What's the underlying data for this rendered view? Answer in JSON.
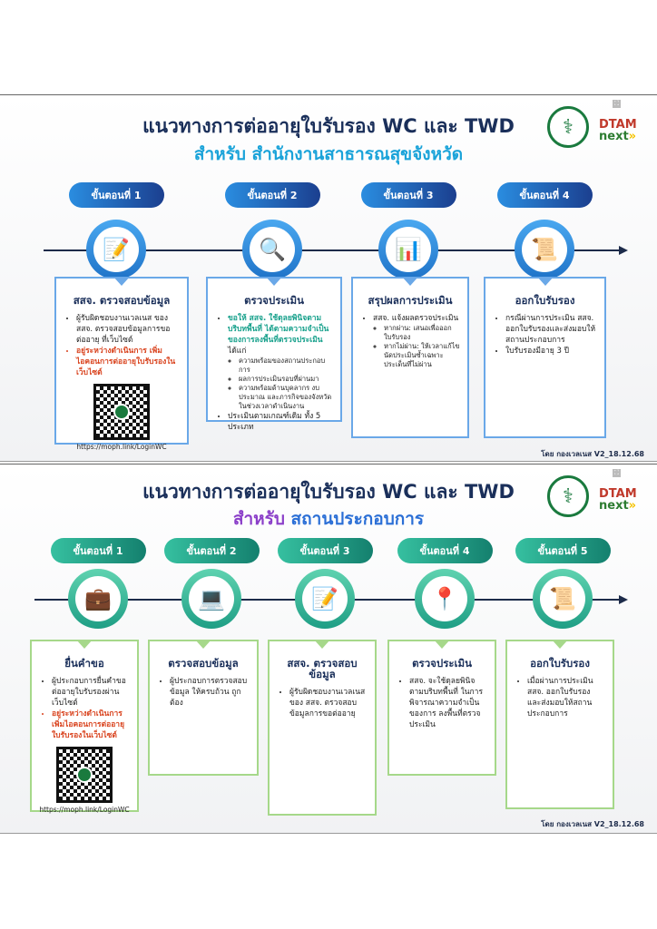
{
  "panel1": {
    "title": "แนวทางการต่ออายุใบรับรอง WC และ TWD",
    "subtitle": "สำหรับ สำนักงานสาธารณสุขจังหวัด",
    "brand": {
      "a": "DTAM",
      "b": "next",
      "c": "»"
    },
    "footer": "โดย กองเวลเนส V2_18.12.68",
    "accent": "#1f73c8",
    "steps": [
      {
        "pill": "ขั้นตอนที่ 1",
        "icon": "document-pen-icon",
        "glyph": "📝",
        "heading": "สสจ. ตรวจสอบข้อมูล",
        "bullets": [
          {
            "t": [
              {
                "s": "ผู้รับผิดชอบงานเวลเนส ของ สสจ. ตรวจสอบข้อมูลการขอต่ออายุ ที่เว็บไซต์"
              }
            ]
          },
          {
            "red": true,
            "t": [
              {
                "s": "อยู่ระหว่างดำเนินการ เพิ่มไอคอนการต่ออายุใบรับรองในเว็บไซต์",
                "c": "red"
              }
            ]
          }
        ],
        "qr": true,
        "url": "https://moph.link/LoginWC"
      },
      {
        "pill": "ขั้นตอนที่ 2",
        "icon": "clipboard-search-icon",
        "glyph": "🔍",
        "heading": "ตรวจประเมิน",
        "bullets": [
          {
            "t": [
              {
                "s": "ขอให้ สสจ. ใช้ดุลยพินิจตามบริบทพื้นที่ ได้ตามความจำเป็นของการลงพื้นที่ตรวจประเมิน",
                "c": "teal"
              },
              {
                "s": "  ได้แก่"
              }
            ],
            "sub": [
              "ความพร้อมของสถานประกอบการ",
              "ผลการประเมินรอบที่ผ่านมา",
              "ความพร้อมด้านบุคลากร งบประมาณ และภารกิจของจังหวัดในช่วงเวลาดำเนินงาน"
            ]
          },
          {
            "t": [
              {
                "s": "ประเมินตามเกณฑ์เดิม ทั้ง 5 ประเภท"
              }
            ]
          }
        ]
      },
      {
        "pill": "ขั้นตอนที่ 3",
        "icon": "report-chart-icon",
        "glyph": "📊",
        "heading": "สรุปผลการประเมิน",
        "bullets": [
          {
            "t": [
              {
                "s": "สสจ. แจ้งผลตรวจประเมิน"
              }
            ],
            "sub": [
              "หากผ่าน: เสนอเพื่อออกใบรับรอง",
              "หากไม่ผ่าน: ให้เวลาแก้ไข นัดประเมินซ้ำเฉพาะประเด็นที่ไม่ผ่าน"
            ]
          }
        ]
      },
      {
        "pill": "ขั้นตอนที่ 4",
        "icon": "certificate-icon",
        "glyph": "📜",
        "heading": "ออกใบรับรอง",
        "bullets": [
          {
            "t": [
              {
                "s": "กรณีผ่านการประเมิน สสจ. ออกใบรับรองและส่งมอบให้สถานประกอบการ"
              }
            ]
          },
          {
            "t": [
              {
                "s": "ใบรับรองมีอายุ 3 ปี"
              }
            ]
          }
        ]
      }
    ]
  },
  "panel2": {
    "title": "แนวทางการต่ออายุใบรับรอง WC และ TWD",
    "subtitle_a": "สำหรับ",
    "subtitle_b": "สถานประกอบการ",
    "brand": {
      "a": "DTAM",
      "b": "next",
      "c": "»"
    },
    "footer": "โดย กองเวลเนส V2_18.12.68",
    "accent": "#2bb59a",
    "steps": [
      {
        "pill": "ขั้นตอนที่ 1",
        "icon": "briefcase-document-icon",
        "glyph": "💼",
        "heading": "ยื่นคำขอ",
        "bullets": [
          {
            "t": [
              {
                "s": "ผู้ประกอบการยื่นคำขอต่ออายุใบรับรองผ่านเว็บไซต์"
              }
            ]
          },
          {
            "red": true,
            "t": [
              {
                "s": "อยู่ระหว่างดำเนินการ เพิ่มไอคอนการต่ออายุใบรับรองในเว็บไซต์",
                "c": "red"
              }
            ]
          }
        ],
        "qr": true,
        "url": "https://moph.link/LoginWC"
      },
      {
        "pill": "ขั้นตอนที่ 2",
        "icon": "laptop-book-icon",
        "glyph": "💻",
        "heading": "ตรวจสอบข้อมูล",
        "bullets": [
          {
            "t": [
              {
                "s": "ผู้ประกอบการตรวจสอบข้อมูล ให้ครบถ้วน ถูกต้อง"
              }
            ]
          }
        ]
      },
      {
        "pill": "ขั้นตอนที่ 3",
        "icon": "document-pen-icon",
        "glyph": "📝",
        "heading": "สสจ. ตรวจสอบข้อมูล",
        "bullets": [
          {
            "t": [
              {
                "s": "ผู้รับผิดชอบงานเวลเนส ของ สสจ. ตรวจสอบข้อมูลการขอต่ออายุ"
              }
            ]
          }
        ]
      },
      {
        "pill": "ขั้นตอนที่ 4",
        "icon": "location-search-icon",
        "glyph": "📍",
        "heading": "ตรวจประเมิน",
        "bullets": [
          {
            "t": [
              {
                "s": "สสจ. จะใช้ดุลยพินิจตามบริบทพื้นที่ ในการพิจารณาความจำเป็นของการ ลงพื้นที่ตรวจประเมิน"
              }
            ]
          }
        ]
      },
      {
        "pill": "ขั้นตอนที่ 5",
        "icon": "certificate-icon",
        "glyph": "📜",
        "heading": "ออกใบรับรอง",
        "bullets": [
          {
            "t": [
              {
                "s": "เมื่อผ่านการประเมิน สสจ. ออกใบรับรอง และส่งมอบให้สถานประกอบการ"
              }
            ]
          }
        ]
      }
    ]
  }
}
